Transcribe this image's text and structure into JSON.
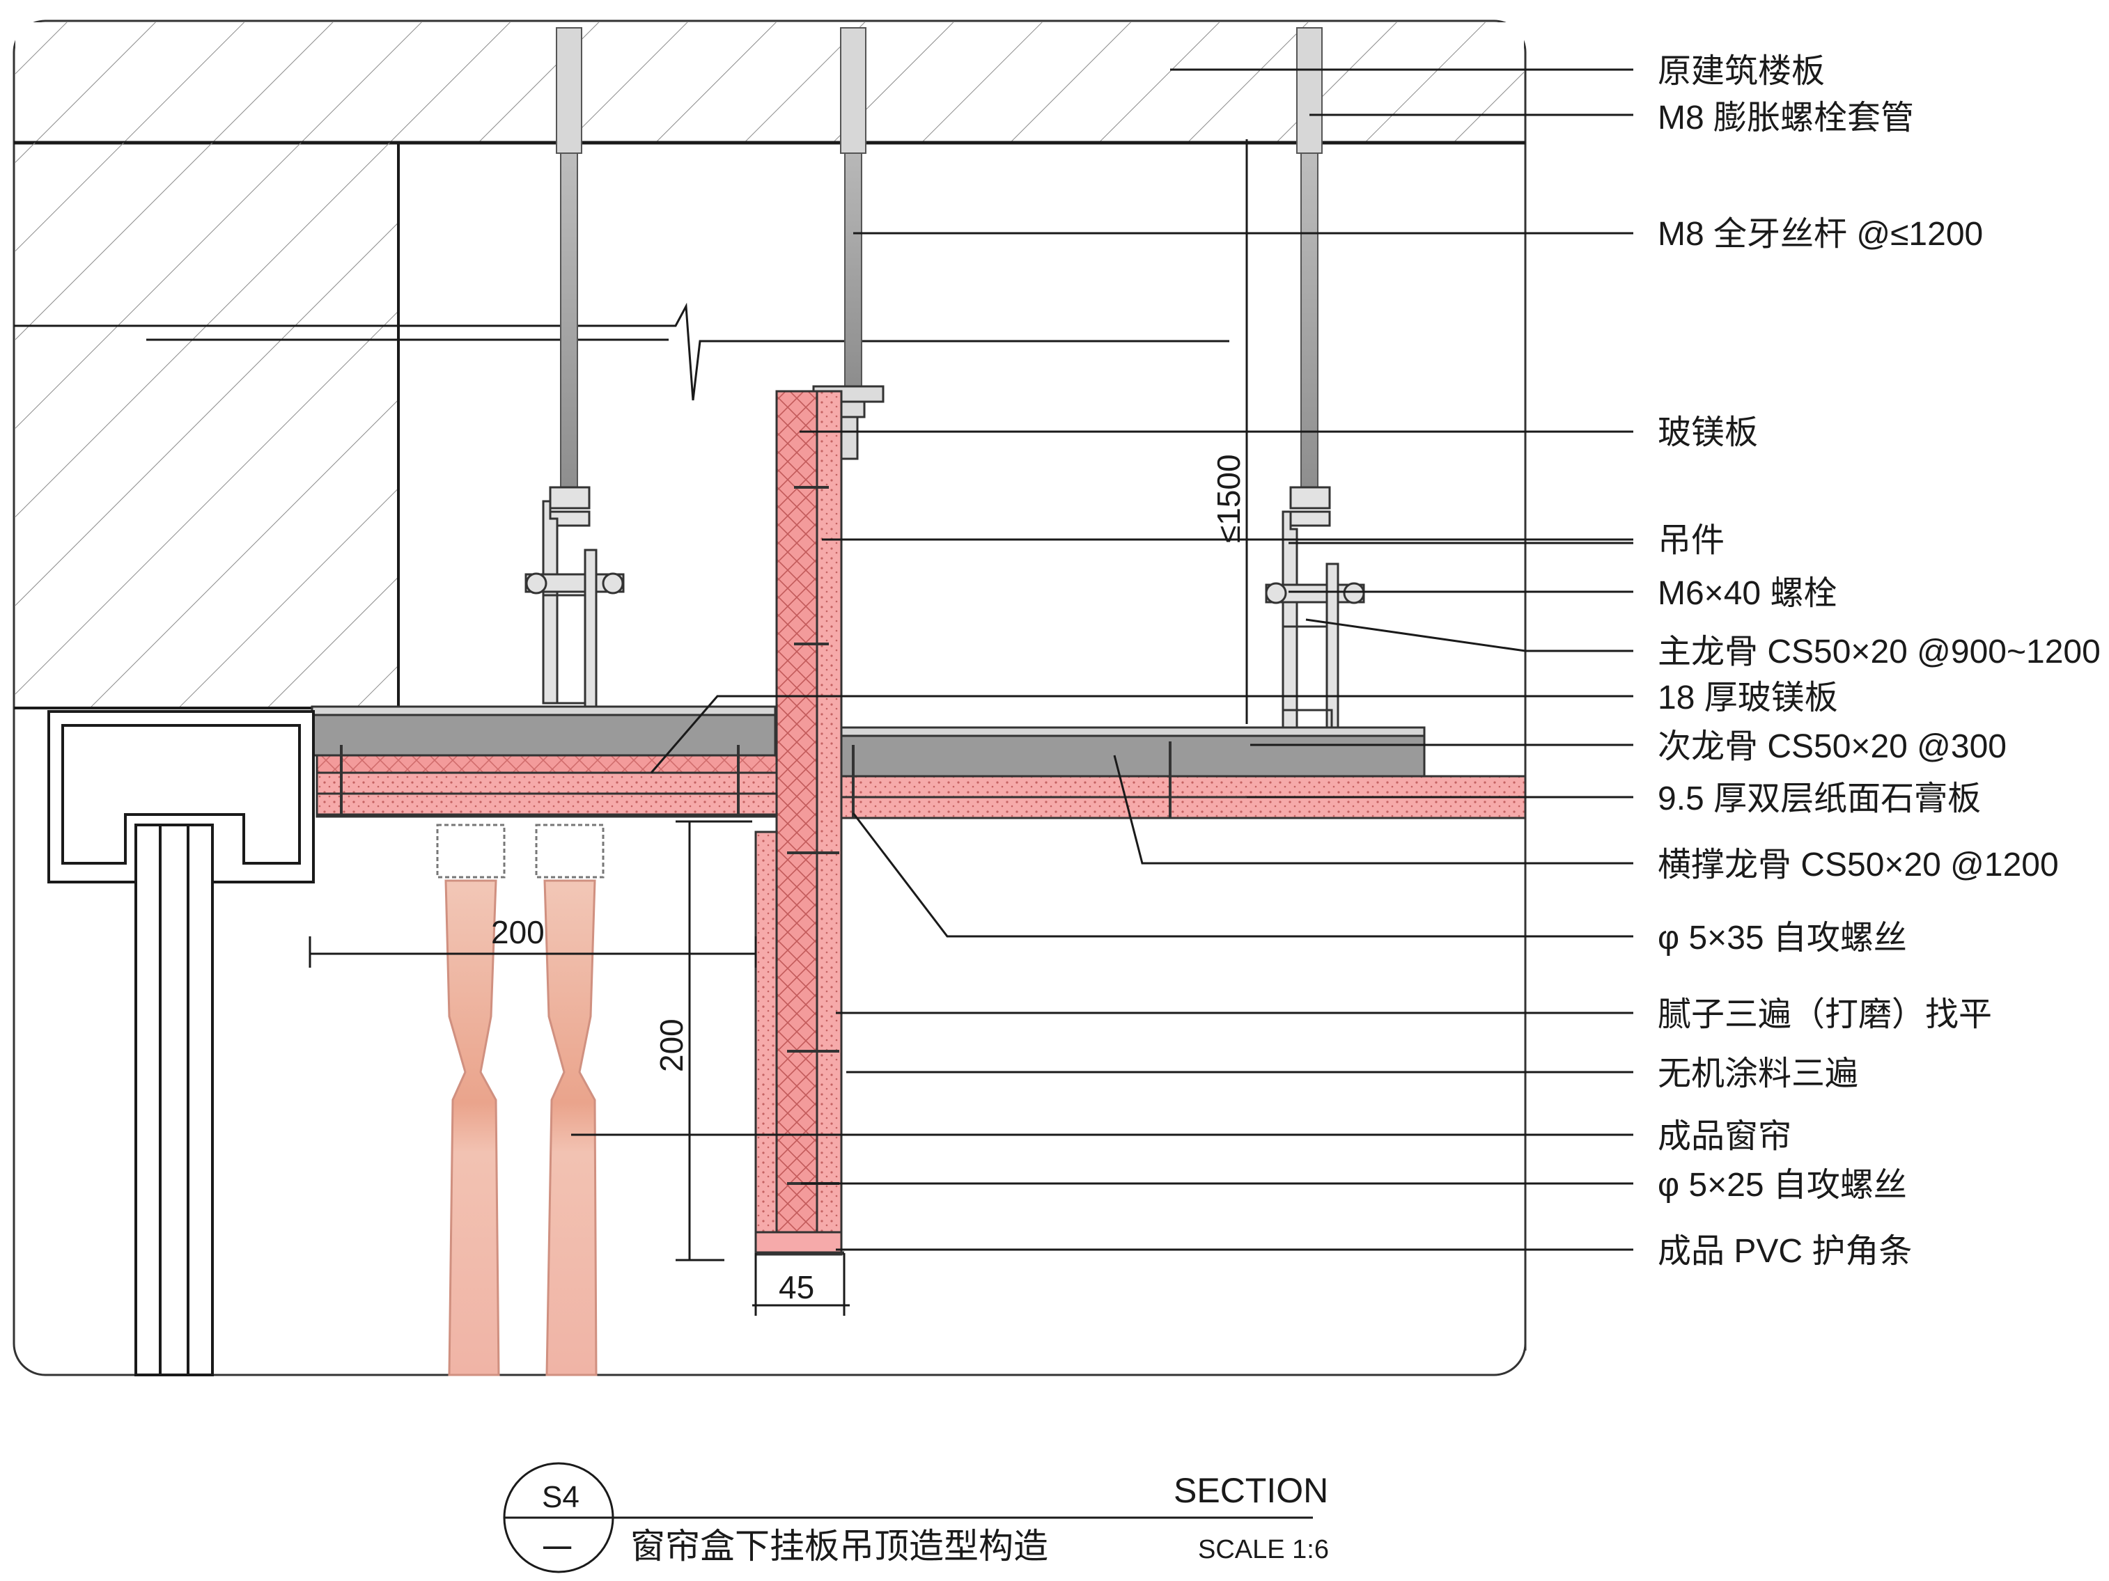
{
  "notes": [
    "原建筑楼板",
    "M8 膨胀螺栓套管",
    "M8 全牙丝杆 @≤1200",
    "玻镁板",
    "吊件",
    "M6×40 螺栓",
    "主龙骨 CS50×20 @900~1200",
    "18 厚玻镁板",
    "次龙骨 CS50×20 @300",
    "9.5 厚双层纸面石膏板",
    "横撑龙骨 CS50×20 @1200",
    "φ 5×35 自攻螺丝",
    "腻子三遍（打磨）找平",
    "无机涂料三遍",
    "成品窗帘",
    "φ 5×25 自攻螺丝",
    "成品 PVC 护角条"
  ],
  "dimensions": {
    "box_width": "200",
    "box_depth": "200",
    "board_thickness": "45",
    "hanger_spacing": "≤1500"
  },
  "title_block": {
    "drawing_no": "S4",
    "sheet_no": "一",
    "title": "窗帘盒下挂板吊顶造型构造",
    "type": "SECTION",
    "scale": "SCALE 1:6"
  },
  "colors": {
    "gypsum_pink": "#f5a3a3",
    "mgo_board_pink": "#f08f8f",
    "curtain": "#efb4a2",
    "steel": "#b5b5b5",
    "line": "#1a1a1a"
  }
}
